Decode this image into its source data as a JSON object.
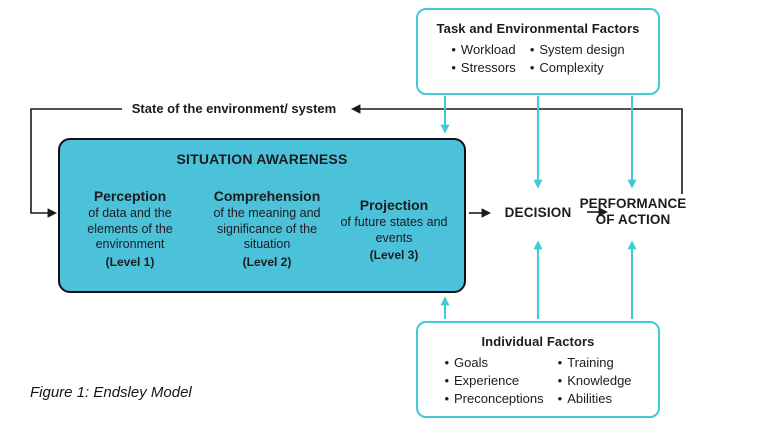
{
  "colors": {
    "teal_fill": "#4cc1da",
    "cyan_accent": "#3ecbd6",
    "line_black": "#1a1a1a",
    "text": "#1c1c1e"
  },
  "task_box": {
    "title": "Task and Environmental Factors",
    "col1": [
      "Workload",
      "Stressors"
    ],
    "col2": [
      "System design",
      "Complexity"
    ]
  },
  "individual_box": {
    "title": "Individual Factors",
    "col1": [
      "Goals",
      "Experience",
      "Preconceptions"
    ],
    "col2": [
      "Training",
      "Knowledge",
      "Abilities"
    ]
  },
  "sa_box": {
    "title": "SITUATION AWARENESS",
    "stages": [
      {
        "name": "Perception",
        "desc": "of data and the elements of the environment",
        "level": "(Level 1)"
      },
      {
        "name": "Comprehension",
        "desc": "of the meaning and significance of the situation",
        "level": "(Level 2)"
      },
      {
        "name": "Projection",
        "desc": "of future states and events",
        "level": "(Level 3)"
      }
    ]
  },
  "flow": {
    "state_label": "State of the environment/ system",
    "decision_label": "DECISION",
    "performance_label": "PERFORMANCE OF ACTION"
  },
  "caption": "Figure 1: Endsley Model"
}
